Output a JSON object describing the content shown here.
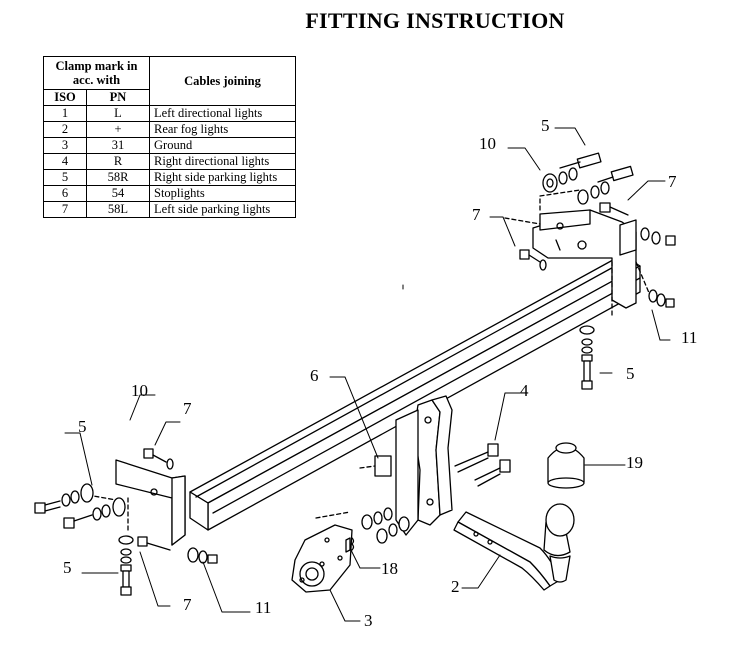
{
  "title": "FITTING INSTRUCTION",
  "table": {
    "header": {
      "clamp_mark": "Clamp mark in acc. with",
      "iso": "ISO",
      "pn": "PN",
      "cables": "Cables joining"
    },
    "rows": [
      {
        "iso": "1",
        "pn": "L",
        "cable": "Left directional lights"
      },
      {
        "iso": "2",
        "pn": "+",
        "cable": "Rear fog lights"
      },
      {
        "iso": "3",
        "pn": "31",
        "cable": "Ground"
      },
      {
        "iso": "4",
        "pn": "R",
        "cable": "Right directional lights"
      },
      {
        "iso": "5",
        "pn": "58R",
        "cable": "Right side parking lights"
      },
      {
        "iso": "6",
        "pn": "54",
        "cable": "Stoplights"
      },
      {
        "iso": "7",
        "pn": "58L",
        "cable": "Left side parking lights"
      }
    ]
  },
  "callouts": {
    "c1": "5",
    "c2": "10",
    "c3": "7",
    "c4": "7",
    "c5": "11",
    "c6": "5",
    "c7": "6",
    "c8": "4",
    "c9": "19",
    "c10": "10",
    "c11": "7",
    "c12": "5",
    "c13": "5",
    "c14": "7",
    "c15": "11",
    "c16": "18",
    "c17": "3",
    "c18": "2"
  }
}
